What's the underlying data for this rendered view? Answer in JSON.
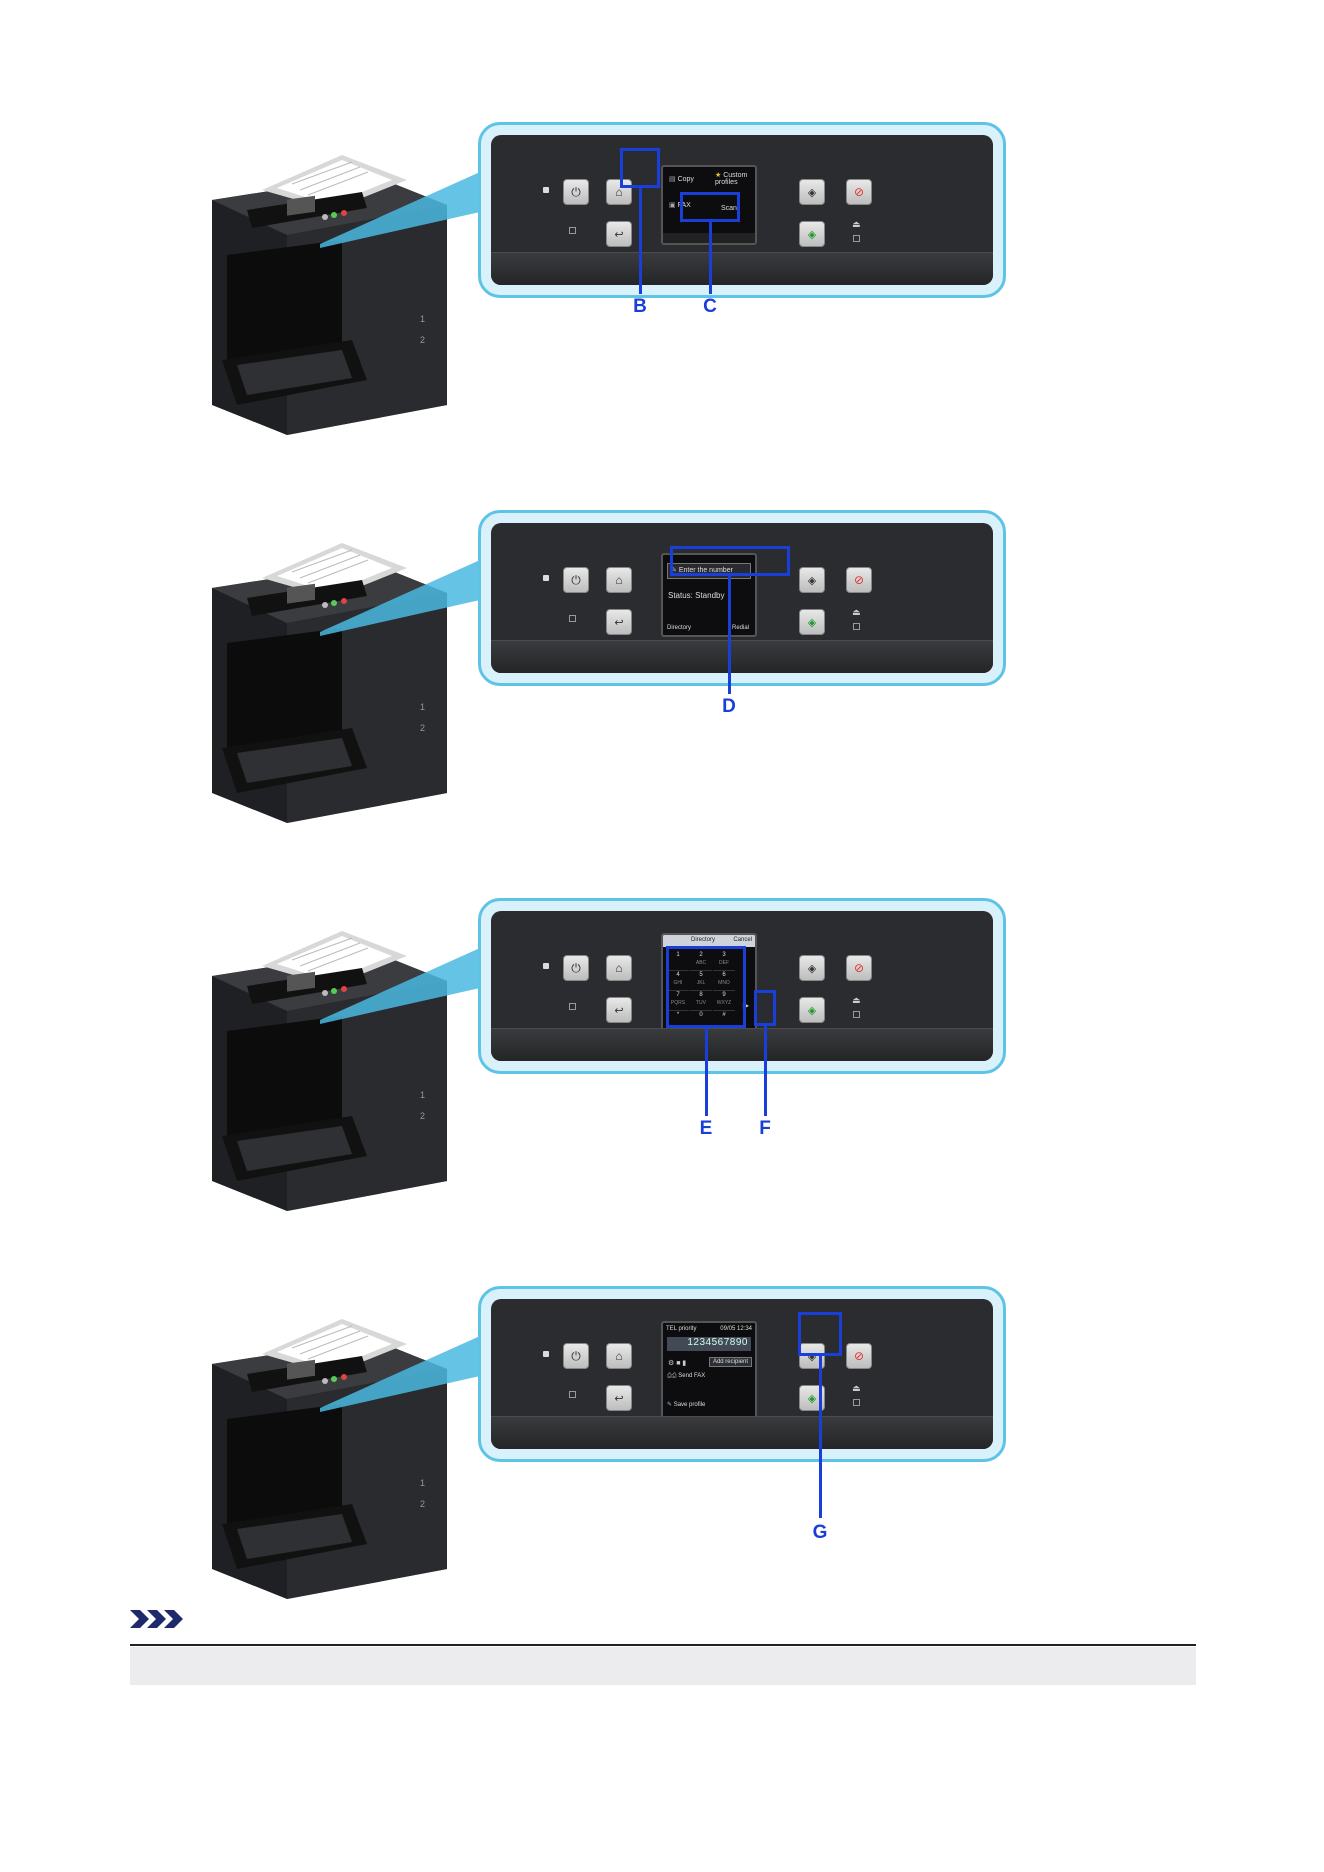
{
  "figures": [
    {
      "id": "step-home-fax",
      "callouts": [
        "B",
        "C"
      ],
      "lcd": {
        "items": [
          "Copy",
          "Custom profiles",
          "FAX",
          "Scan"
        ]
      }
    },
    {
      "id": "step-enter-number",
      "callouts": [
        "D"
      ],
      "lcd": {
        "field": "Enter the number",
        "status": "Status: Standby",
        "buttons": [
          "Directory",
          "Redial"
        ]
      }
    },
    {
      "id": "step-keypad",
      "callouts": [
        "E",
        "F"
      ],
      "lcd": {
        "tabs": [
          "Directory",
          "Cancel"
        ],
        "keys": [
          "1",
          "2",
          "3",
          "4",
          "5",
          "6",
          "7",
          "8",
          "9",
          "*",
          "0",
          "#"
        ],
        "key_subs": [
          "",
          "ABC",
          "DEF",
          "GHI",
          "JKL",
          "MNO",
          "PQRS",
          "TUV",
          "WXYZ",
          "",
          "",
          ""
        ],
        "ok": "▶"
      }
    },
    {
      "id": "step-start",
      "callouts": [
        "G"
      ],
      "lcd": {
        "header_left": "TEL priority",
        "header_right": "09/05 12:34",
        "number": "1234567890",
        "add_recipient": "Add recipient",
        "send_label": "Send FAX",
        "save_profile": "Save profile"
      }
    }
  ],
  "note": {
    "icon": "note-chevrons-icon"
  }
}
